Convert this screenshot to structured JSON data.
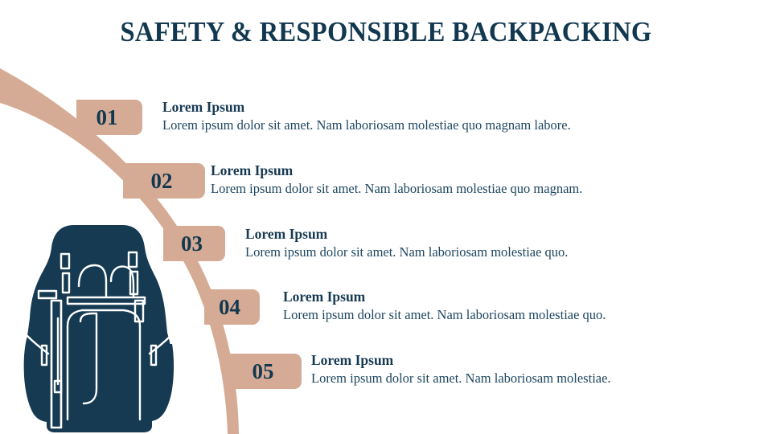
{
  "slide": {
    "title": "SAFETY & RESPONSIBLE BACKPACKING",
    "background_color": "#ffffff",
    "accent_navy": "#163a52",
    "accent_tan": "#d6ab95"
  },
  "illustration": {
    "name": "backpack-illustration",
    "body_color": "#163a52",
    "detail_line_color": "#ffffff"
  },
  "ribbon": {
    "name": "curved-ribbon",
    "color": "#d6ab95"
  },
  "rows": [
    {
      "number": "01",
      "heading": "Lorem Ipsum",
      "body": "Lorem ipsum dolor sit amet. Nam laboriosam molestiae quo magnam labore."
    },
    {
      "number": "02",
      "heading": "Lorem Ipsum",
      "body": "Lorem ipsum dolor sit amet. Nam laboriosam molestiae quo magnam."
    },
    {
      "number": "03",
      "heading": "Lorem Ipsum",
      "body": "Lorem ipsum dolor sit amet. Nam laboriosam molestiae quo."
    },
    {
      "number": "04",
      "heading": "Lorem Ipsum",
      "body": "Lorem ipsum dolor sit amet. Nam laboriosam molestiae quo."
    },
    {
      "number": "05",
      "heading": "Lorem Ipsum",
      "body": "Lorem ipsum dolor sit amet. Nam laboriosam molestiae."
    }
  ]
}
